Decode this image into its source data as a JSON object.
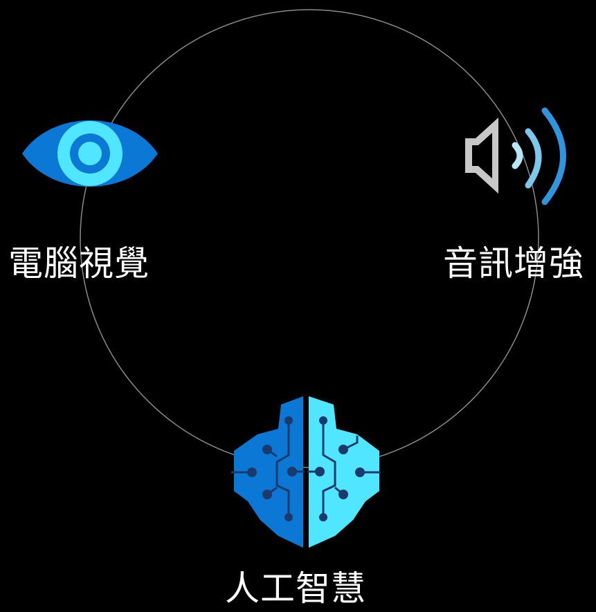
{
  "nodes": {
    "computer_vision": {
      "label": "電腦視覺",
      "icon": "eye-icon"
    },
    "audio_enhancement": {
      "label": "音訊增強",
      "icon": "speaker-icon"
    },
    "ai": {
      "label": "人工智慧",
      "icon": "brain-icon"
    }
  },
  "colors": {
    "background": "#000000",
    "ring": "#8a8a8a",
    "blue_dark": "#0a78d4",
    "blue_light": "#50e6ff",
    "gray": "#c8c8c8",
    "circuit": "#1b3a6b"
  }
}
